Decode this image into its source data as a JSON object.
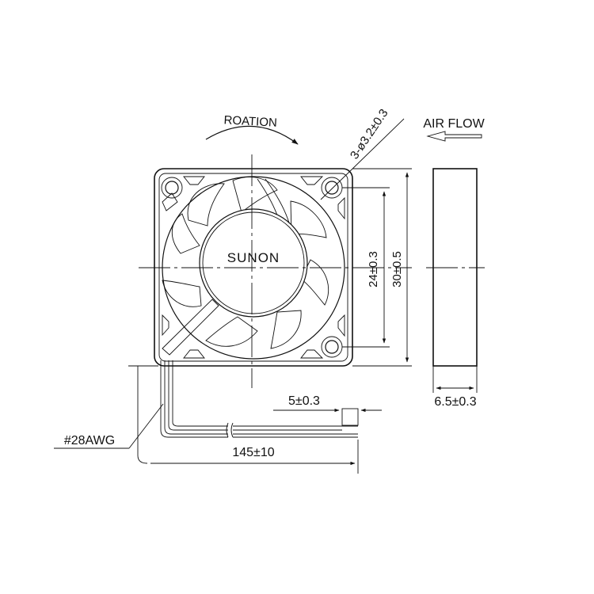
{
  "labels": {
    "rotation": "ROATION",
    "airflow": "AIR FLOW",
    "hole": "3-ø3.2±0.3",
    "brand": "SUNON",
    "hole_spacing": "24±0.3",
    "frame_size": "30±0.5",
    "thickness": "6.5±0.3",
    "strip": "5±0.3",
    "wire_gauge": "#28AWG",
    "lead_length": "145±10"
  },
  "colors": {
    "line": "#111111",
    "background": "#ffffff"
  }
}
